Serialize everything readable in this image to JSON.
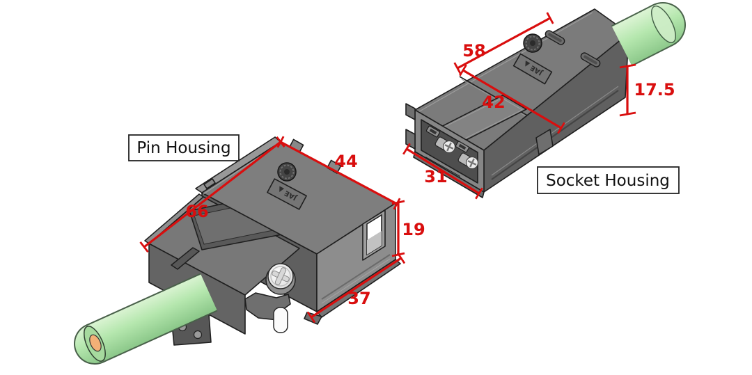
{
  "diagram": {
    "type": "technical-dimension-diagram",
    "background": "#ffffff",
    "annotation_color": "#d90e0e",
    "pin_housing": {
      "label": "Pin Housing",
      "marking": "JAE ▲",
      "body_color": "#7d7d7d",
      "cable_color": "#b5e7ae",
      "cable_core_color": "#f2b077",
      "dims": {
        "top_left_edge": "66",
        "top_right_edge": "44",
        "front_height": "19",
        "front_bottom_edge": "37"
      }
    },
    "socket_housing": {
      "label": "Socket Housing",
      "marking": "JAE ▲",
      "body_color": "#7b7b7b",
      "cable_color": "#b5e7ae",
      "dims": {
        "top_left_edge": "58",
        "body_diagonal": "42",
        "rear_height": "17.5",
        "front_bottom_edge": "31"
      }
    }
  }
}
